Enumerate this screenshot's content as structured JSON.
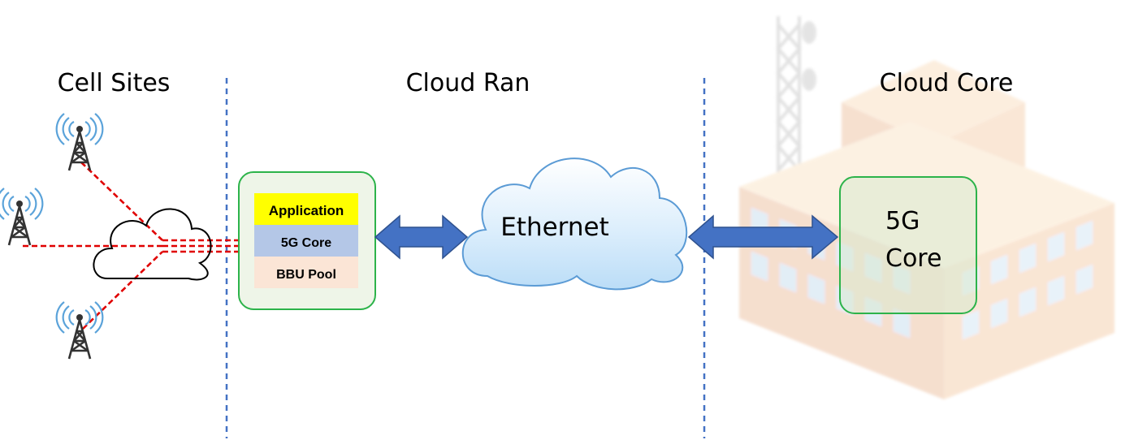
{
  "sections": {
    "cell_sites": "Cell Sites",
    "cloud_ran": "Cloud Ran",
    "cloud_core": "Cloud Core"
  },
  "stack": {
    "application": "Application",
    "core": "5G Core",
    "bbu": "BBU Pool"
  },
  "network": {
    "label": "Ethernet"
  },
  "core_box": {
    "line1": "5G",
    "line2": "Core"
  },
  "icons": {
    "tower": "cell-tower-icon",
    "cloud": "cloud-icon",
    "building": "data-center-building-icon",
    "arrow": "double-arrow-icon"
  },
  "colors": {
    "divider": "#4472C4",
    "red_link": "#E00000",
    "green_border": "#2CB34A",
    "app_fill": "#FFFF00",
    "core_fill": "#B4C7E7",
    "bbu_fill": "#FBE5D6",
    "arrow_fill": "#4472C4",
    "panel_fill": "#EEF5E8"
  }
}
